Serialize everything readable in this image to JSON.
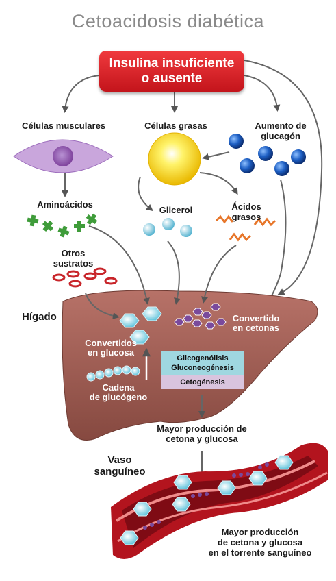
{
  "title": "Cetoacidosis diabética",
  "top_box": {
    "line1": "Insulina insuficiente",
    "line2": "o ausente"
  },
  "labels": {
    "muscle_cells": "Células musculares",
    "fat_cells": "Células grasas",
    "glucagon_l1": "Aumento de",
    "glucagon_l2": "glucagón",
    "amino_acids": "Aminoácidos",
    "glycerol": "Glicerol",
    "fatty_acids_l1": "Ácidos",
    "fatty_acids_l2": "grasos",
    "other_l1": "Otros",
    "other_l2": "sustratos",
    "liver": "Hígado",
    "ketones_l1": "Convertido",
    "ketones_l2": "en cetonas",
    "glucose_l1": "Convertidos",
    "glucose_l2": "en glucosa",
    "chain_l1": "Cadena",
    "chain_l2": "de glucógeno",
    "process1": "Glicogenólisis",
    "process2": "Gluconeogénesis",
    "process3": "Cetogénesis",
    "output_l1": "Mayor producción de",
    "output_l2": "cetona y glucosa",
    "vessel_l1": "Vaso",
    "vessel_l2": "sanguíneo",
    "blood_l1": "Mayor producción",
    "blood_l2": "de cetona y glucosa",
    "blood_l3": "en el torrente sanguíneo"
  },
  "colors": {
    "insulin_box": "#d7161d",
    "liver": "#9a5a52",
    "muscle": "#a66fc0",
    "fat": "#f2d514",
    "glucagon": "#1a58b8",
    "amino": "#3f9c3a",
    "glycerol": "#8fd0e4",
    "fatty_acids": "#e7762a",
    "substrates": "#c8252a",
    "ketone": "#7a4a9c",
    "glucose": "#9fe0ef",
    "process_box": "#9fd7e0",
    "ketogenesis_box": "#d9c4de",
    "vessel": "#b3141e"
  }
}
